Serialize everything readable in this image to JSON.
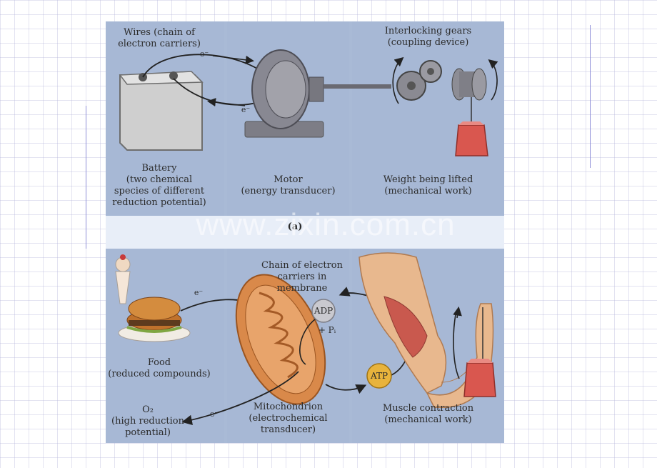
{
  "panel_a": {
    "wires_label": "Wires (chain of\nelectron carriers)",
    "electron_top": "e⁻",
    "electron_bottom": "e⁻",
    "battery_label": "Battery\n(two chemical\nspecies of different\nreduction potential)",
    "motor_label": "Motor\n(energy transducer)",
    "gears_label": "Interlocking gears\n(coupling device)",
    "weight_label": "Weight being lifted\n(mechanical work)",
    "panel_tag": "(a)"
  },
  "panel_b": {
    "electron_food": "e⁻",
    "electron_o2": "e⁻",
    "food_label": "Food\n(reduced compounds)",
    "o2_label": "O₂\n(high reduction\npotential)",
    "chain_label": "Chain of electron\ncarriers in\nmembrane",
    "adp_label": "ADP",
    "pi_label": "+ Pᵢ",
    "atp_label": "ATP",
    "mito_label": "Mitochondrion\n(electrochemical\ntransducer)",
    "muscle_label": "Muscle contraction\n(mechanical work)"
  },
  "watermark": "www.zixin.com.cn",
  "colors": {
    "panel_bg": "#a7b8d5",
    "separator": "#e8eef8",
    "weight_red": "#d9574f",
    "mito_orange": "#d9894a",
    "atp_yellow": "#e8b33c",
    "adp_gray": "#c9c9cf",
    "skin": "#e8b88e"
  }
}
